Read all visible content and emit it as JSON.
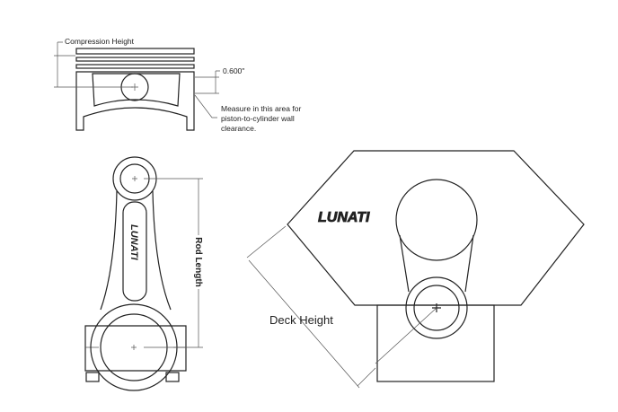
{
  "piston": {
    "compression_height_label": "Compression Height",
    "dimension_label": "0.600\"",
    "note_lines": [
      "Measure in this area for",
      "piston-to-cylinder wall",
      "clearance."
    ]
  },
  "rod": {
    "rod_length_label": "Rod Length",
    "logo": "LUNATI"
  },
  "engine": {
    "deck_height_label": "Deck Height",
    "logo": "LUNATI"
  }
}
